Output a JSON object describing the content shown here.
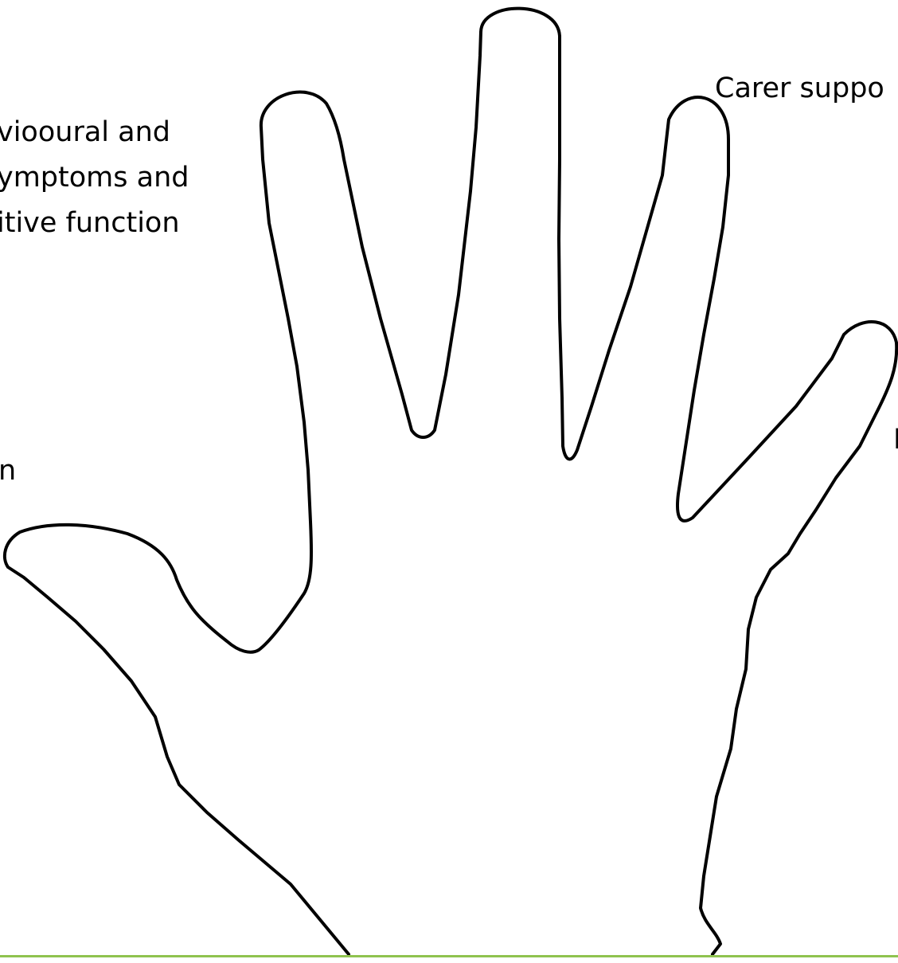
{
  "labels": {
    "behavioural_lines": [
      "viooural and",
      "ymptoms and",
      "itive function"
    ],
    "carer_support": "Carer suppo",
    "left_partial": "n",
    "right_partial": "I"
  },
  "colors": {
    "outline": "#000000",
    "background": "#ffffff",
    "bottom_rule": "#8fc34f"
  }
}
